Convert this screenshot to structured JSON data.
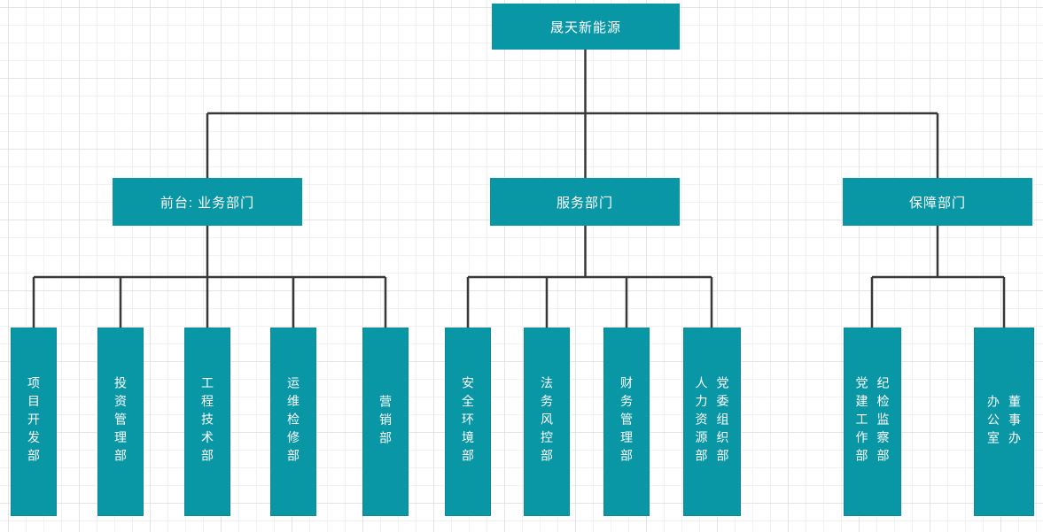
{
  "chart": {
    "type": "org-chart",
    "root": {
      "label": "晟天新能源"
    },
    "groups": [
      {
        "label": "前台: 业务部门",
        "children": [
          {
            "label": "项目开发部"
          },
          {
            "label": "投资管理部"
          },
          {
            "label": "工程技术部"
          },
          {
            "label": "运维检修部"
          },
          {
            "label": "营销部"
          }
        ]
      },
      {
        "label": "服务部门",
        "children": [
          {
            "label": "安全环境部"
          },
          {
            "label": "法务风控部"
          },
          {
            "label": "财务管理部"
          },
          {
            "label": "党委组织部\n人力资源部"
          }
        ]
      },
      {
        "label": "保障部门",
        "children": [
          {
            "label": "纪检监察部\n党建工作部"
          },
          {
            "label": "董事办\n办公室"
          }
        ]
      }
    ],
    "colors": {
      "node_fill": "#0996a5",
      "node_text": "#ffffff",
      "connector": "#383838"
    }
  }
}
